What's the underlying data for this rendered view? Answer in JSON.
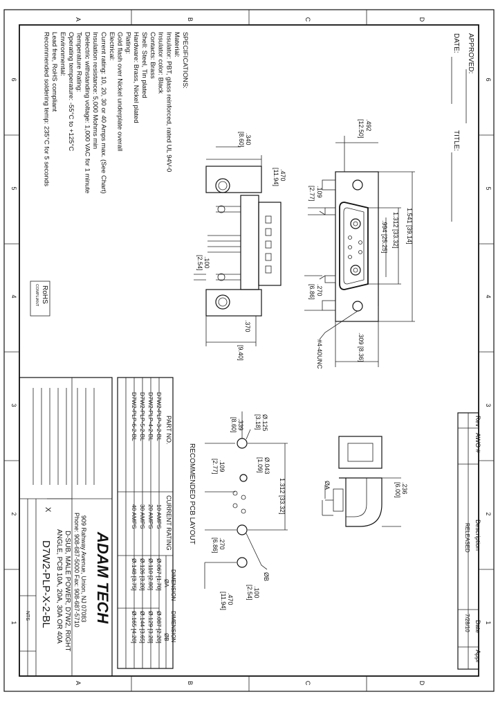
{
  "zone_numbers": [
    "6",
    "5",
    "4",
    "3",
    "2",
    "1"
  ],
  "zone_letters": [
    "A",
    "B",
    "C",
    "D"
  ],
  "approval": {
    "approved": "APPROVED:",
    "date": "DATE:",
    "title": "TITLE:"
  },
  "specifications": [
    "SPECIFICATIONS:",
    "Material:",
    "Insulator: PBT, glass reinforced, rated UL 94V-0",
    "Insulator color: Black",
    "Contacts: Brass",
    "Shell: Steel, Tin plated",
    "Hardware: Brass, Nickel plated",
    "Plating:",
    "Gold flash over Nickel underplate overall",
    "Electrical:",
    "Current rating: 10, 20, 30 or 40 Amps max. (See Chart)",
    "Insulation resistance: 5,000 Mohms min",
    "Dielectric withstanding voltage: 1,000 VAC for 1 minute",
    "Temperature Rating:",
    "Operating temperature: -55°C to +125°C",
    "Environmental:",
    "Lead free, RoHS compliant",
    "Recommended soldering temp: 235°C for 5 seconds"
  ],
  "rohs": {
    "main": "RoHS",
    "sub": "COMPLIANT"
  },
  "dimensions": {
    "d492": ".492",
    "d1250": "[12.50]",
    "d340": ".340",
    "d860": "[8.60]",
    "d470": ".470",
    "d1194": "[11.94]",
    "d109": ".109",
    "d277": "[2.77]",
    "d100": ".100",
    "d254": "[2.54]",
    "d370": ".370",
    "d940": "[9.40]",
    "d1541": "1.541 [39.14]",
    "d1312": "1.312 [33.32]",
    "d994": ".994 [25.25]",
    "d270": ".270",
    "d686": "[6.86]",
    "d309": ".309 [8.36]",
    "hole": "#4-40UNC",
    "d236": ".236",
    "d600": "[6.00]",
    "phiA": "ØA"
  },
  "pcb": {
    "title": "RECOMMENDED PCB LAYOUT",
    "d1312": "1.312 [33.32]",
    "d125": "Ø.125",
    "d318": "[3.18]",
    "d043": "Ø.043",
    "d109m": "[1.09]",
    "d339": ".339",
    "d860": "[8.60]",
    "d109": ".109",
    "d277": "[2.77]",
    "d270": ".270",
    "d686": "[6.86]",
    "phiB": "ØB",
    "d100": ".100",
    "d254": "[2.54]",
    "d470": ".470",
    "d1194": "[11.94]"
  },
  "part_table": {
    "headers": {
      "part": "PART NO.",
      "current": "CURRENT RATING",
      "dimension": "DIMENSION",
      "phiA": "ØA",
      "phiB": "ØB"
    },
    "rows": [
      {
        "part": "D7W2-PLP-3-2-BL",
        "current": "10 AMPS",
        "a": "Ø.067 [1.70]",
        "b": "Ø.087 [2.20]"
      },
      {
        "part": "D7W2-PLP-4-2-BL",
        "current": "20 AMPS",
        "a": "Ø.110 [2.80]",
        "b": "Ø.129 [3.28]"
      },
      {
        "part": "D7W2-PLP-5-2-BL",
        "current": "30 AMPS",
        "a": "Ø.126 [3.20]",
        "b": "Ø.144 [3.65]"
      },
      {
        "part": "D7W2-PLP-6-2-BL",
        "current": "40 AMPS",
        "a": "Ø.148 [3.75]",
        "b": "Ø.165 [4.20]"
      }
    ]
  },
  "revision": {
    "headers": [
      "Rev",
      "AWO #",
      "Description",
      "Date",
      "Appr"
    ],
    "description": "RELEASED",
    "date": "7/28/10"
  },
  "title_block": {
    "company": "ADAM TECH",
    "address": "909 Rahway Avenue, Union, NJ 07083",
    "phone": "Phone: 908-687-5000 Fax: 908-687-5710",
    "desc1": "D-SUB, MALE POWER, D7W2, RIGHT",
    "desc2": "ANGLE, PCB 10A, 20A, 30A OR 40A",
    "part_no": "D7W2-PLP-X-2-BL",
    "x_mark": "X",
    "scale": "NTS"
  }
}
